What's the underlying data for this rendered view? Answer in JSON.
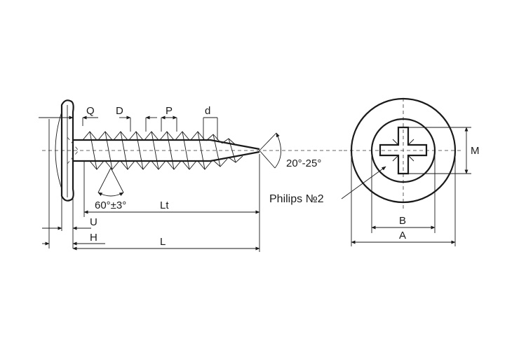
{
  "labels": {
    "q": "Q",
    "d_upper": "D",
    "p": "P",
    "d_lower": "d",
    "m": "M",
    "point_angle": "20°-25°",
    "thread_angle": "60°±3°",
    "lt": "Lt",
    "u": "U",
    "h": "H",
    "l": "L",
    "b": "B",
    "a": "A",
    "drive": "Philips №2"
  }
}
